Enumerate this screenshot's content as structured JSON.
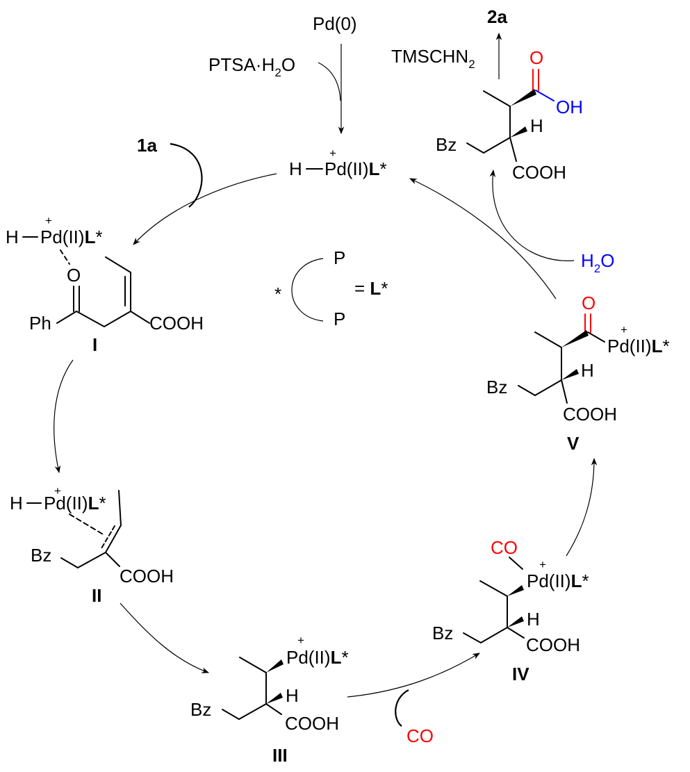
{
  "diagram": {
    "type": "catalytic-cycle",
    "colors": {
      "carbonyl_o": "#ff0000",
      "hydroxyl": "#0000ff",
      "co": "#ff0000",
      "water": "#0000ff",
      "ink": "#000000"
    },
    "reagents": {
      "pd0": "Pd(0)",
      "ptsa_main": "PTSA·H",
      "ptsa_sub": "2",
      "ptsa_end": "O",
      "substrate": "1a",
      "product": "2a",
      "tmschn2_main": "TMSCHN",
      "tmschn2_sub": "2",
      "water_h": "H",
      "water_sub": "2",
      "water_o": "O",
      "co": "CO"
    },
    "ligand_legend": {
      "star": "*",
      "p_top": "P",
      "p_bottom": "P",
      "equals": "= ",
      "L": "L",
      "Lstar": "*"
    },
    "catalyst": {
      "h": "H",
      "pd": "Pd(II)",
      "L": "L",
      "star": "*",
      "plus": "+"
    },
    "intermediates": {
      "I": {
        "label": "I",
        "h": "H",
        "pd": "Pd(II)",
        "L": "L",
        "star": "*",
        "plus": "+",
        "o": "O",
        "ph": "Ph",
        "cooh": "COOH"
      },
      "II": {
        "label": "II",
        "h": "H",
        "pd": "Pd(II)",
        "L": "L",
        "star": "*",
        "plus": "+",
        "bz": "Bz",
        "cooh": "COOH"
      },
      "III": {
        "label": "III",
        "pd": "Pd(II)",
        "L": "L",
        "star": "*",
        "plus": "+",
        "h": "H",
        "bz": "Bz",
        "cooh": "COOH"
      },
      "IV": {
        "label": "IV",
        "co": "CO",
        "pd": "Pd(II)",
        "L": "L",
        "star": "*",
        "plus": "+",
        "h": "H",
        "bz": "Bz",
        "cooh": "COOH"
      },
      "V": {
        "label": "V",
        "o": "O",
        "pd": "Pd(II)",
        "L": "L",
        "star": "*",
        "plus": "+",
        "h": "H",
        "bz": "Bz",
        "cooh": "COOH"
      },
      "acid": {
        "o": "O",
        "oh": "OH",
        "h": "H",
        "bz": "Bz",
        "cooh": "COOH"
      }
    }
  }
}
